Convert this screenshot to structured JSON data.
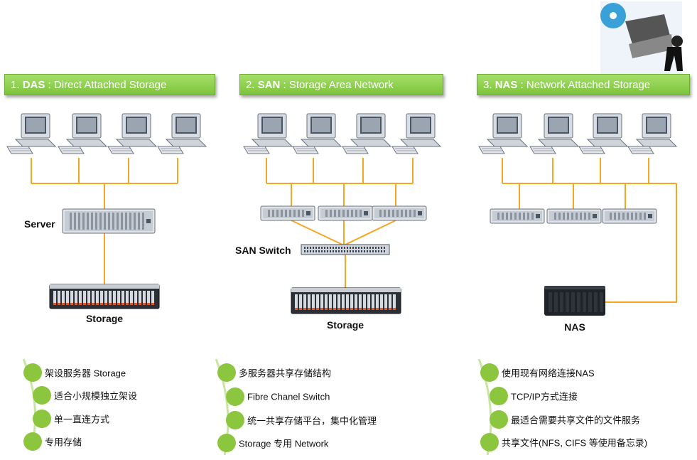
{
  "headers": [
    {
      "num": "1.",
      "abbr": "DAS",
      "sep": " : ",
      "name": "Direct Attached Storage"
    },
    {
      "num": "2.",
      "abbr": "SAN",
      "sep": " : ",
      "name": "Storage Area Network"
    },
    {
      "num": "3.",
      "abbr": "NAS",
      "sep": " : ",
      "name": "Network Attached Storage"
    }
  ],
  "labels": {
    "das_server": "Server",
    "das_storage": "Storage",
    "san_switch": "SAN Switch",
    "san_storage": "Storage",
    "nas_device": "NAS"
  },
  "bullets": {
    "das": [
      "架设服务器 Storage",
      "适合小规模独立架设",
      "单一直连方式",
      "专用存储"
    ],
    "san": [
      "多服务器共享存储结构",
      "Fibre Chanel Switch",
      "统一共享存储平台，集中化管理",
      "Storage 专用 Network"
    ],
    "nas": [
      "使用现有网络连接NAS",
      "TCP/IP方式连接",
      "最适合需要共享文件的文件服务",
      "共享文件(NFS, CIFS 等使用备忘录)"
    ]
  },
  "colors": {
    "header_green": "#8fd04e",
    "link_orange": "#f5a623",
    "bullet_green": "#8cc63f",
    "bullet_line": "#c8e6a0"
  }
}
